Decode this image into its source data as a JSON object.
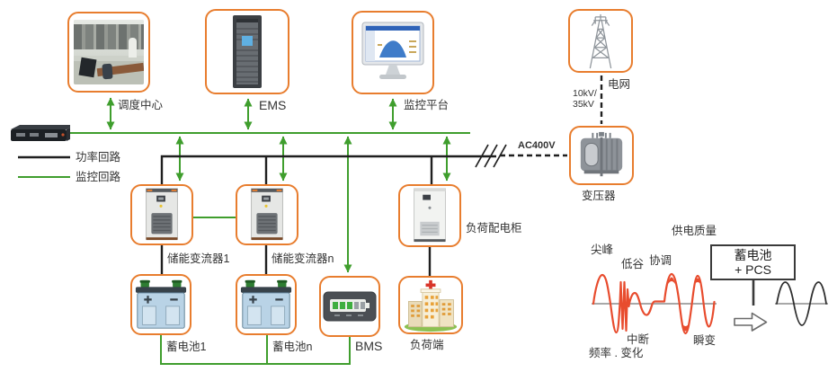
{
  "legend": {
    "power": "功率回路",
    "monitoring": "监控回路"
  },
  "top": {
    "dispatch": "调度中心",
    "ems": "EMS",
    "monitor": "监控平台"
  },
  "grid": {
    "label": "电网",
    "voltage1": "10kV/",
    "voltage2": "35kV",
    "transformer": "变压器",
    "ac": "AC400V"
  },
  "middle": {
    "converter1": "储能变流器1",
    "converter_n": "储能变流器n",
    "load_cabinet": "负荷配电柜"
  },
  "bottom": {
    "battery1": "蓄电池1",
    "battery_n": "蓄电池n",
    "bms": "BMS",
    "load_end": "负荷端"
  },
  "waveform": {
    "quality": "供电质量",
    "spike": "尖峰",
    "valley": "低谷",
    "coordination": "协调",
    "interruption": "中断",
    "transient": "瞬变",
    "frequency": "频率 . 变化",
    "box_line1": "蓄电池",
    "box_line2": "+ PCS"
  },
  "icons": {
    "dispatch": "control-room-photo",
    "ems": "server-rack-icon",
    "monitor": "desktop-monitor-icon",
    "grid": "transmission-tower-icon",
    "transformer": "transformer-icon",
    "converter": "converter-cabinet-icon",
    "load_cabinet": "distribution-cabinet-icon",
    "battery": "battery-icon",
    "bms": "battery-gauge-icon",
    "load_end": "buildings-icon",
    "switch": "network-switch-icon",
    "arrow": "block-right-arrow-icon"
  },
  "colors": {
    "accent_orange": "#e87d2e",
    "monitor_green": "#3f9e2d",
    "power_black": "#1f1f1f",
    "wave_red": "#e84c2e"
  }
}
